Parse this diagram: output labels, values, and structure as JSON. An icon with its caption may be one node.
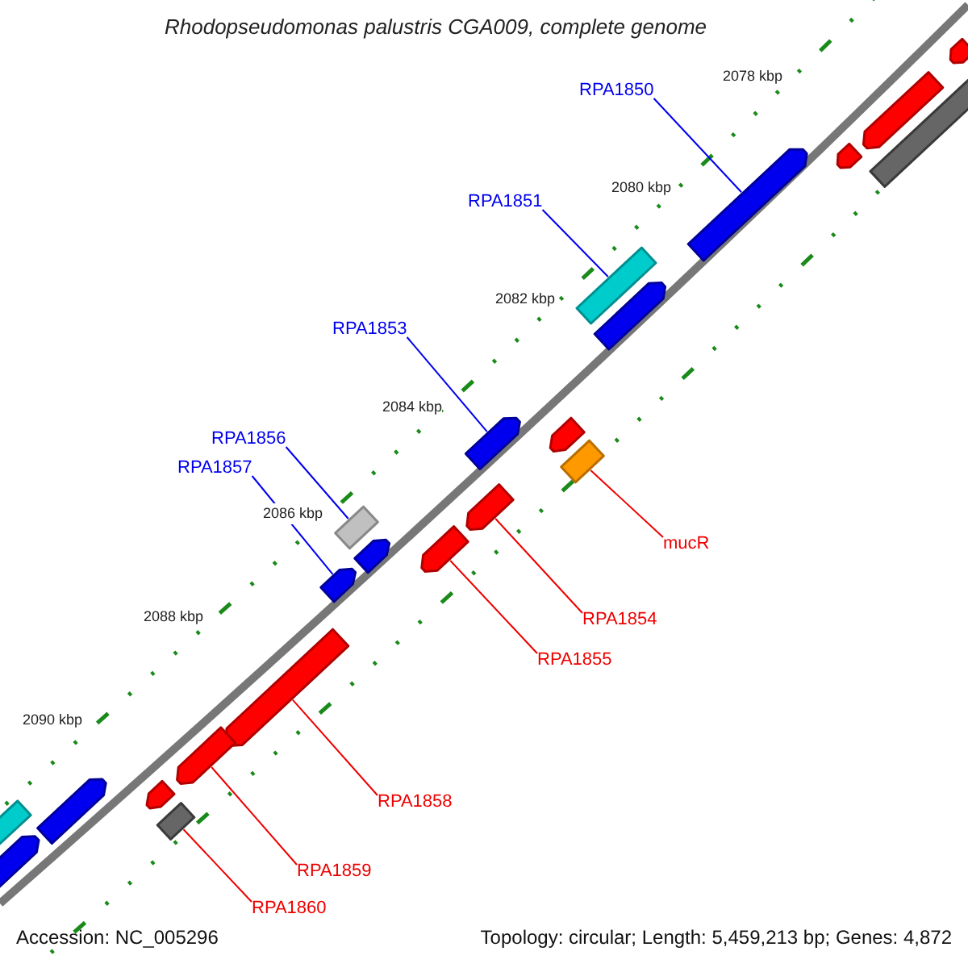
{
  "diagram": {
    "title": "Rhodopseudomonas palustris CGA009, complete genome",
    "nodes": [
      {
        "text": [
          "RPA1850"
        ]
      },
      {
        "text": [],
        "shape": "bar"
      },
      {
        "text": [
          "RPA1851"
        ]
      },
      {
        "text": [],
        "shape": "bar"
      },
      {
        "text": [
          "RPA1853"
        ]
      },
      {
        "text": [],
        "shape": "bar"
      },
      {
        "text": [
          "RPA1856"
        ]
      },
      {
        "text": [],
        "shape": "bar"
      },
      {
        "text": [
          "RPA1857"
        ]
      },
      {
        "text": [],
        "shape": "bar"
      },
      {
        "text": [],
        "shape": "bar"
      },
      {
        "text": [
          "mucR"
        ]
      },
      {
        "text": [],
        "shape": "bar"
      },
      {
        "text": [
          "RPA1854"
        ]
      },
      {
        "text": [],
        "shape": "bar"
      },
      {
        "text": [
          "RPA1855"
        ]
      },
      {
        "text": [],
        "shape": "bar"
      },
      {
        "text": [
          "RPA1858"
        ]
      },
      {
        "text": [],
        "shape": "bar"
      },
      {
        "text": [
          "RPA1859"
        ]
      },
      {
        "text": [],
        "shape": "bar"
      },
      {
        "text": [
          "RPA1860"
        ]
      },
      {
        "text": [],
        "shape": "bar"
      },
      {
        "text": [],
        "shape": "bar"
      },
      {
        "text": [],
        "shape": "bar"
      },
      {
        "text": [],
        "shape": "bar"
      },
      {
        "text": [],
        "shape": "bar"
      },
      {
        "text": [],
        "shape": "bar"
      },
      {
        "text": [],
        "shape": "bar"
      },
      {
        "text": [],
        "shape": "bar"
      },
      {
        "text": [],
        "shape": "bar"
      },
      {
        "text": [],
        "shape": "bar"
      },
      {
        "text": [],
        "shape": "bar"
      }
    ],
    "edges": [
      {
        "from": 0,
        "to": 1,
        "arrow": "none",
        "color": "#0000ee"
      },
      {
        "from": 2,
        "to": 3,
        "arrow": "none",
        "color": "#0000ee"
      },
      {
        "from": 4,
        "to": 5,
        "arrow": "none",
        "color": "#0000ee"
      },
      {
        "from": 6,
        "to": 7,
        "arrow": "none",
        "color": "#0000ee"
      },
      {
        "from": 8,
        "to": 9,
        "arrow": "none",
        "color": "#0000ee"
      },
      {
        "from": 11,
        "to": 10,
        "arrow": "none"
      },
      {
        "from": 13,
        "to": 12,
        "arrow": "none"
      },
      {
        "from": 15,
        "to": 14,
        "arrow": "none"
      },
      {
        "from": 17,
        "to": 16,
        "arrow": "none"
      },
      {
        "from": 19,
        "to": 18,
        "arrow": "none"
      },
      {
        "from": 21,
        "to": 20,
        "arrow": "none"
      }
    ],
    "labels": [
      "2078 kbp",
      "2080 kbp",
      "2082 kbp",
      "2084 kbp",
      "2086 kbp",
      "2088 kbp",
      "2090 kbp",
      "Accession: NC_005296",
      "Topology: circular; Length: 5,459,213 bp; Genes: 4,872"
    ]
  }
}
